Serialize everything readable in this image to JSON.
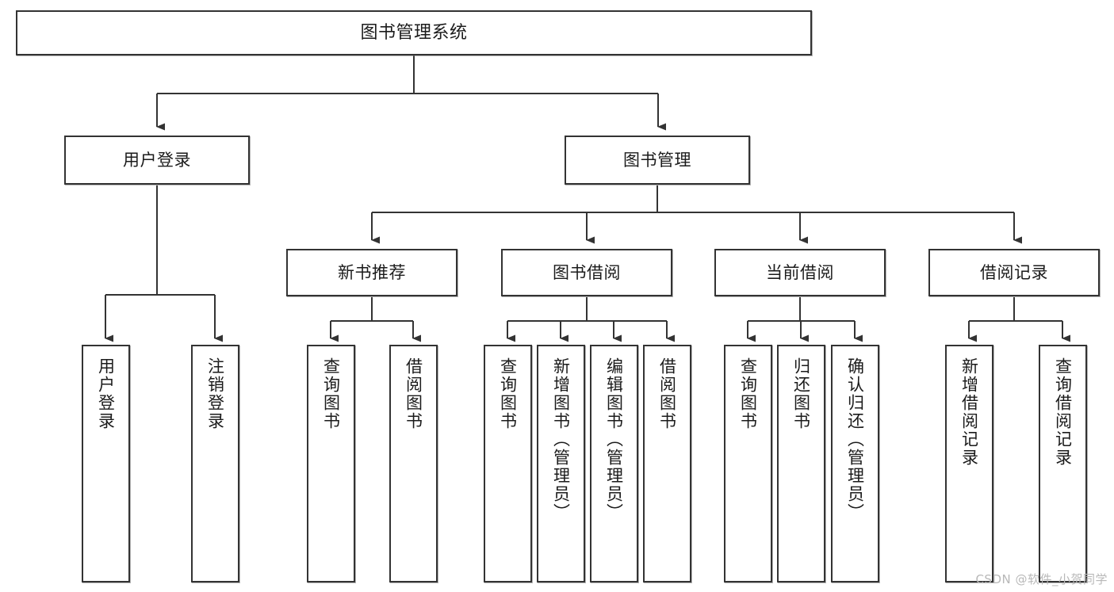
{
  "diagram": {
    "title": "图书管理系统",
    "type": "tree-hierarchy",
    "levels": 4,
    "colors": {
      "box_border": "#333333",
      "box_fill": "#ffffff",
      "edge": "#333333",
      "text": "#1b1b1b",
      "watermark": "#b8b8b8",
      "background": "#ffffff"
    },
    "nodes": {
      "root": {
        "label": "图书管理系统"
      },
      "level2": [
        {
          "label": "用户登录"
        },
        {
          "label": "图书管理"
        }
      ],
      "level3": [
        {
          "label": "新书推荐"
        },
        {
          "label": "图书借阅"
        },
        {
          "label": "当前借阅"
        },
        {
          "label": "借阅记录"
        }
      ],
      "leaves": {
        "user_login": [
          {
            "label": "用户登录"
          },
          {
            "label": "注销登录"
          }
        ],
        "new_book_recommend": [
          {
            "label": "查询图书"
          },
          {
            "label": "借阅图书"
          }
        ],
        "book_borrow": [
          {
            "label": "查询图书"
          },
          {
            "label": "新增图书（管理员）"
          },
          {
            "label": "编辑图书（管理员）"
          },
          {
            "label": "借阅图书"
          }
        ],
        "current_borrow": [
          {
            "label": "查询图书"
          },
          {
            "label": "归还图书"
          },
          {
            "label": "确认归还（管理员）"
          }
        ],
        "borrow_record": [
          {
            "label": "新增借阅记录"
          },
          {
            "label": "查询借阅记录"
          }
        ]
      }
    },
    "watermark": "CSDN @软件_小贺同学"
  }
}
